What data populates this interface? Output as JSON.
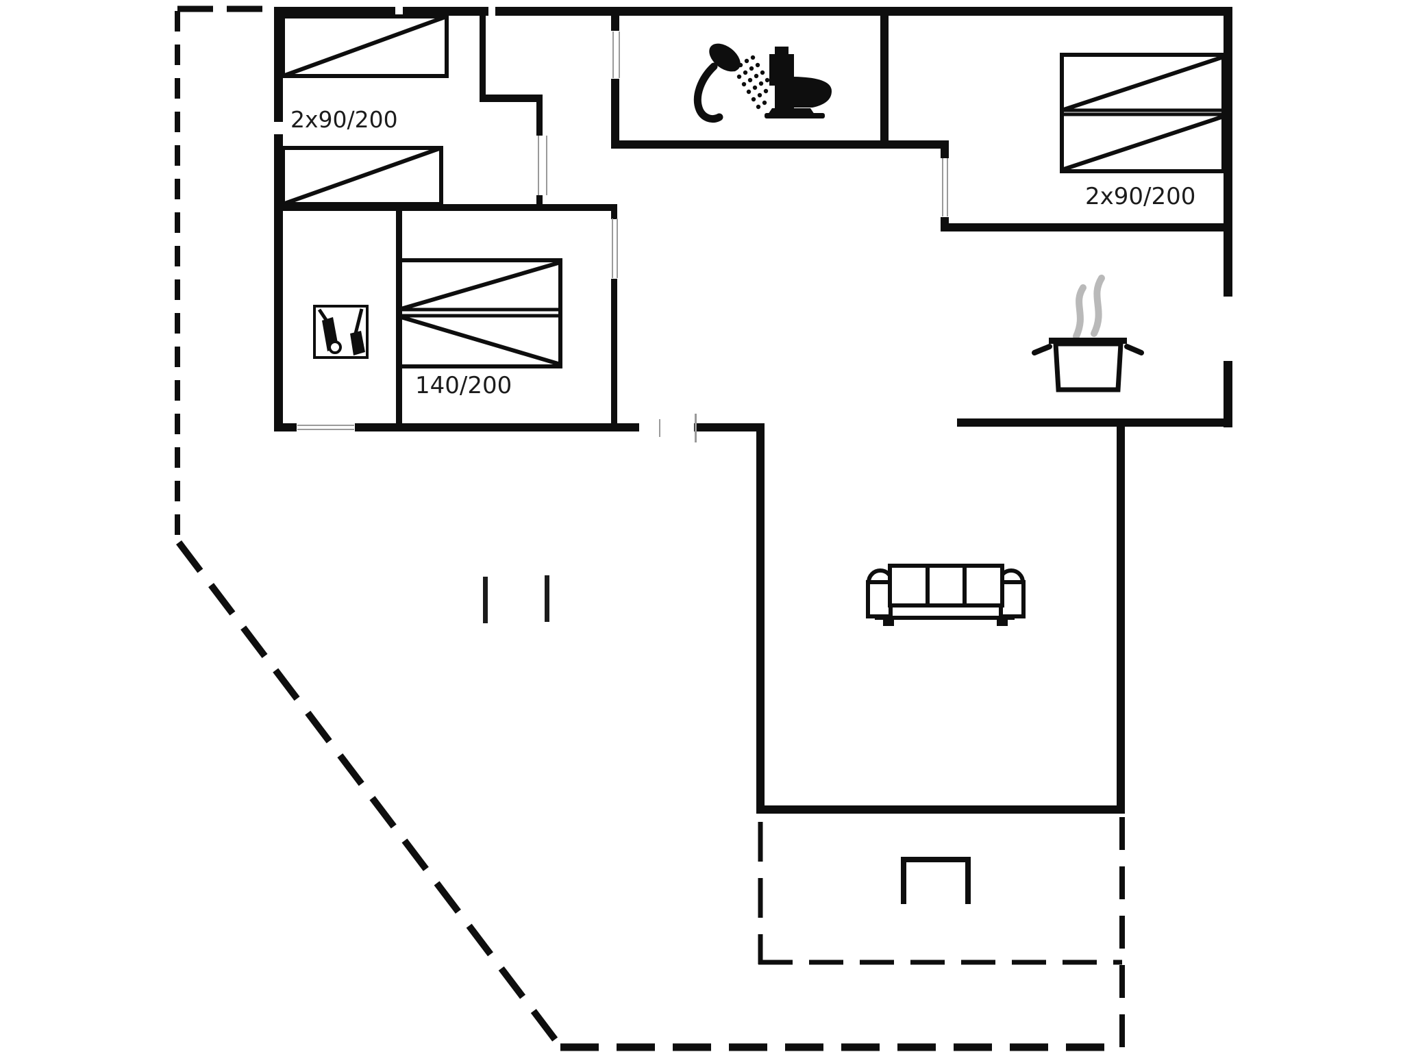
{
  "plan": {
    "kind": "floor-plan",
    "background_color": "#ffffff",
    "wall_color": "#0e0e0e",
    "hairline_color": "#9a9a9a",
    "steam_color": "#b9b9b9",
    "text_color": "#1c1c1c",
    "labels": {
      "bedroom_top_left_bed": "2x90/200",
      "bedroom_left_bed": "140/200",
      "bedroom_top_right_bed": "2x90/200"
    },
    "icons": [
      "shower-icon",
      "toilet-icon",
      "cooking-pot-icon",
      "steam-icon",
      "sofa-icon",
      "utility-equipment-icon",
      "terrace-bench-icon",
      "bed-icon",
      "door-opening-marks"
    ]
  }
}
